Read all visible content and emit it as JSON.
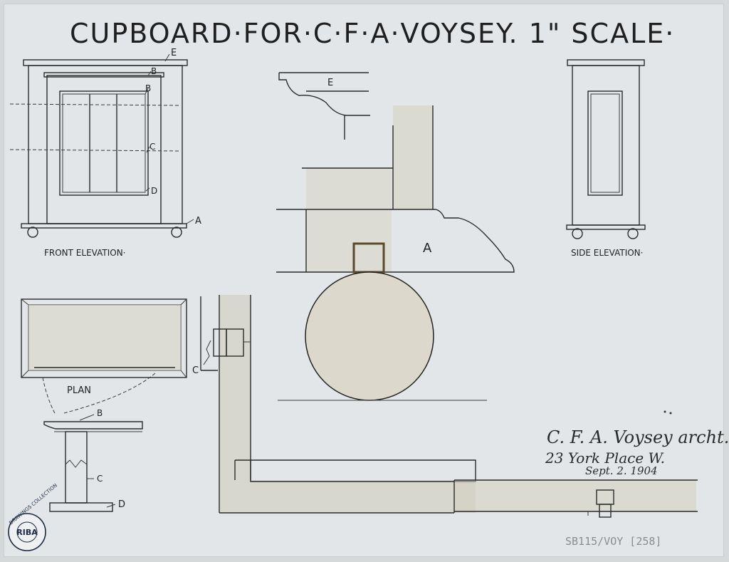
{
  "drawing": {
    "title": "CUPBOARD·FOR·C·F·A·VOYSEY. 1\" SCALE·",
    "views": {
      "front_elevation": "FRONT ELEVATION·",
      "side_elevation": "SIDE ELEVATION·",
      "plan": "PLAN"
    },
    "callouts": [
      "A",
      "B",
      "C",
      "D",
      "E"
    ],
    "signature": {
      "name": "C. F. A. Voysey archt.",
      "address": "23 York Place W.",
      "date": "Sept. 2. 1904"
    },
    "reference_number": "SB115/VOY [258]",
    "stamp": {
      "top": "DRAWINGS COLLECTION",
      "center": "RIBA"
    }
  }
}
